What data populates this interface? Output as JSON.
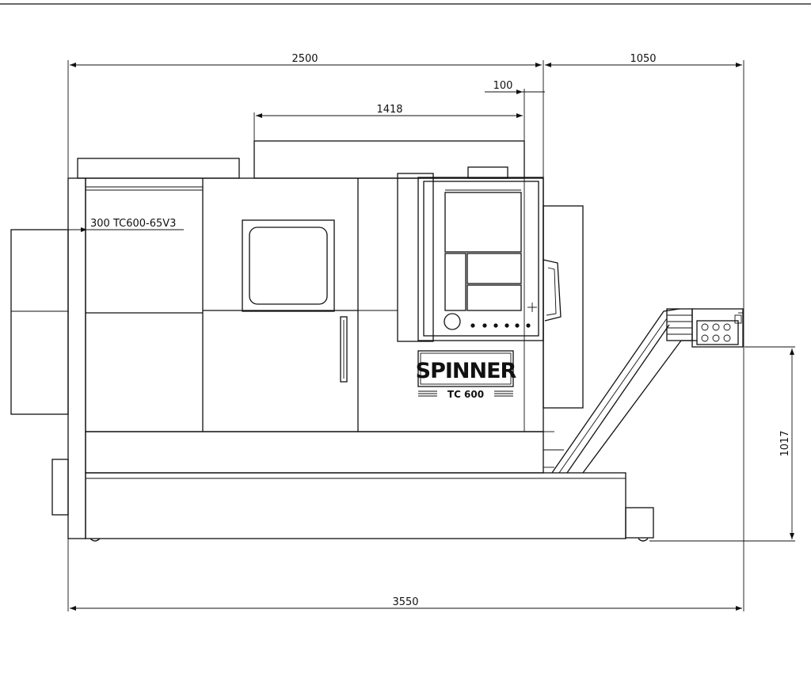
{
  "dimensions": {
    "total_length": "3550",
    "machine_length": "2500",
    "chip_conveyor_length": "1050",
    "upper_housing_width": "1418",
    "offset": "100",
    "discharge_height": "1017",
    "bar_loader_label": "300 TC600-65V3"
  },
  "branding": {
    "brand": "SPINNER",
    "model": "TC 600"
  },
  "icons": {
    "control_panel": "cnc-control-panel-icon",
    "chip_conveyor": "chip-conveyor-icon"
  },
  "colors": {
    "line": "#111111",
    "background": "#ffffff"
  }
}
